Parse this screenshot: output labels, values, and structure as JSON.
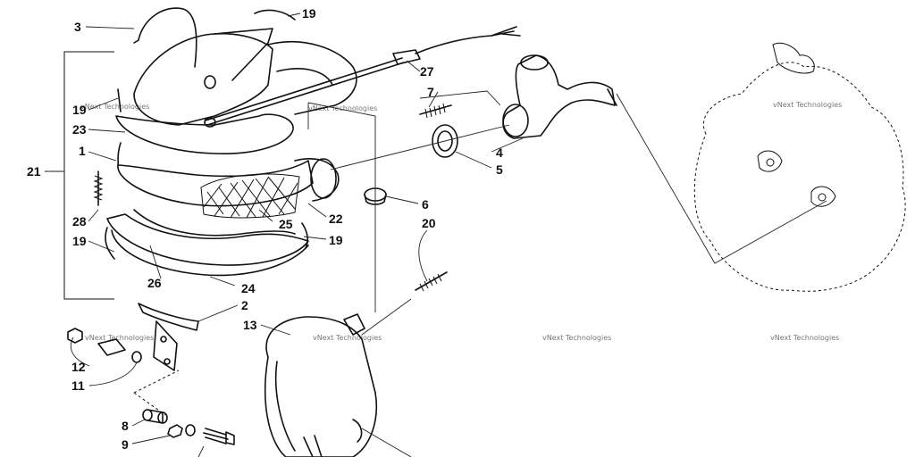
{
  "watermark": "vNext Technologies",
  "callouts": [
    {
      "id": "c3",
      "text": "3"
    },
    {
      "id": "c19a",
      "text": "19"
    },
    {
      "id": "c27",
      "text": "27"
    },
    {
      "id": "c7",
      "text": "7"
    },
    {
      "id": "c19b",
      "text": "19"
    },
    {
      "id": "c23",
      "text": "23"
    },
    {
      "id": "c1",
      "text": "1"
    },
    {
      "id": "c21",
      "text": "21"
    },
    {
      "id": "c28",
      "text": "28"
    },
    {
      "id": "c25",
      "text": "25"
    },
    {
      "id": "c22",
      "text": "22"
    },
    {
      "id": "c19c",
      "text": "19"
    },
    {
      "id": "c19d",
      "text": "19"
    },
    {
      "id": "c26",
      "text": "26"
    },
    {
      "id": "c24",
      "text": "24"
    },
    {
      "id": "c2",
      "text": "2"
    },
    {
      "id": "c13",
      "text": "13"
    },
    {
      "id": "c12",
      "text": "12"
    },
    {
      "id": "c11",
      "text": "11"
    },
    {
      "id": "c8",
      "text": "8"
    },
    {
      "id": "c9",
      "text": "9"
    },
    {
      "id": "c4",
      "text": "4"
    },
    {
      "id": "c5",
      "text": "5"
    },
    {
      "id": "c6",
      "text": "6"
    },
    {
      "id": "c20",
      "text": "20"
    }
  ]
}
